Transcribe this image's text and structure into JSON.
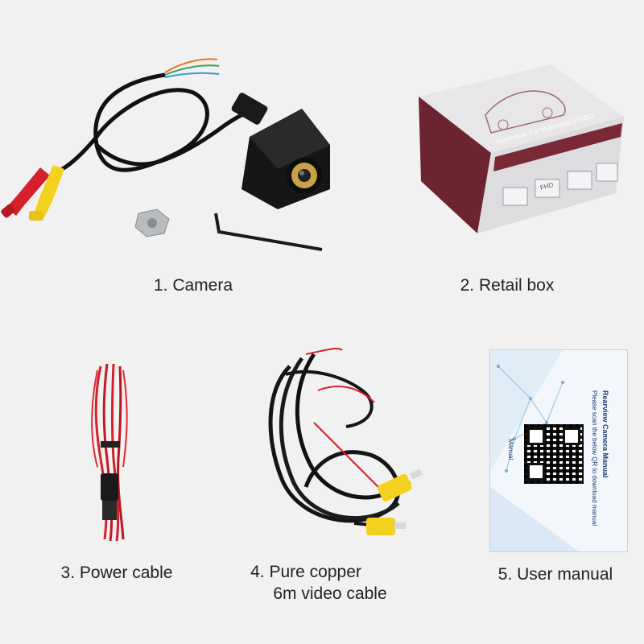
{
  "items": [
    {
      "label": "1. Camera"
    },
    {
      "label": "2. Retail box"
    },
    {
      "label": "3. Power cable"
    },
    {
      "label_line1": "4. Pure copper",
      "label_line2": "6m video cable"
    },
    {
      "label": "5. User manual"
    }
  ],
  "box_print": {
    "side_text": "Automobile Car Multimedia |VIDEO",
    "badge": "FHD"
  },
  "manual_print": {
    "title": "Rearview Camera Manual",
    "subtitle": "Please scan the below QR to download manual",
    "side_label": "Manual"
  },
  "colors": {
    "background": "#f1f1f1",
    "cable_red": "#d4202a",
    "rca_yellow": "#f2d21e",
    "box_maroon": "#6b2430",
    "lens_gold": "#c8a24a"
  }
}
